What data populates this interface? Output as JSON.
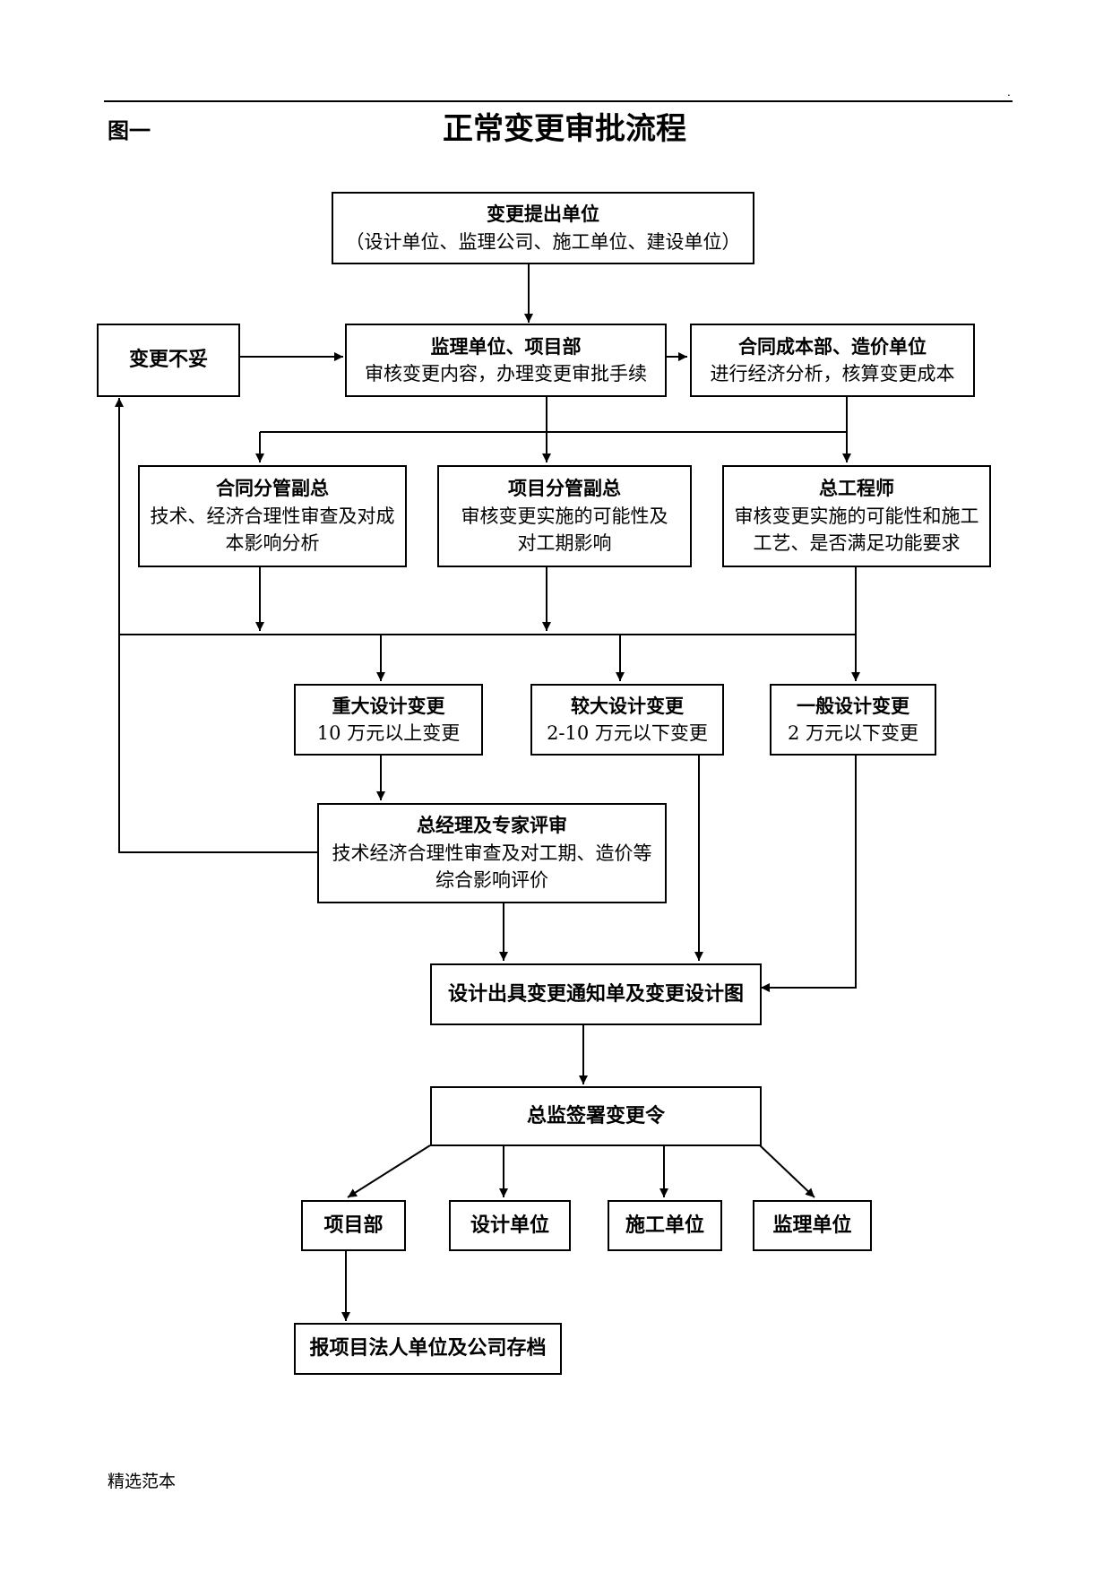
{
  "header": {
    "figure_label": "图一",
    "title": "正常变更审批流程",
    "dot": "."
  },
  "nodes": {
    "proposer": {
      "title": "变更提出单位",
      "body": "（设计单位、监理公司、施工单位、建设单位）"
    },
    "supervisor": {
      "title": "监理单位、项目部",
      "body": "审核变更内容，办理变更审批手续"
    },
    "cost": {
      "title": "合同成本部、造价单位",
      "body": "进行经济分析，核算变更成本"
    },
    "improper": {
      "title": "变更不妥"
    },
    "contract_vp": {
      "title": "合同分管副总",
      "body": "技术、经济合理性审查及对成本影响分析"
    },
    "project_vp": {
      "title": "项目分管副总",
      "body": "审核变更实施的可能性及对工期影响"
    },
    "chief_engineer": {
      "title": "总工程师",
      "body": "审核变更实施的可能性和施工工艺、是否满足功能要求"
    },
    "major": {
      "title": "重大设计变更",
      "body": "10 万元以上变更"
    },
    "large": {
      "title": "较大设计变更",
      "body": "2-10 万元以下变更"
    },
    "general": {
      "title": "一般设计变更",
      "body": "2 万元以下变更"
    },
    "gm_review": {
      "title": "总经理及专家评审",
      "body": "技术经济合理性审查及对工期、造价等综合影响评价"
    },
    "design_notice": {
      "title": "设计出具变更通知单及变更设计图"
    },
    "chief_sign": {
      "title": "总监签署变更令"
    },
    "dept_project": {
      "title": "项目部"
    },
    "dept_design": {
      "title": "设计单位"
    },
    "dept_construction": {
      "title": "施工单位"
    },
    "dept_supervision": {
      "title": "监理单位"
    },
    "archive": {
      "title": "报项目法人单位及公司存档"
    }
  },
  "footer": {
    "text": "精选范本"
  }
}
